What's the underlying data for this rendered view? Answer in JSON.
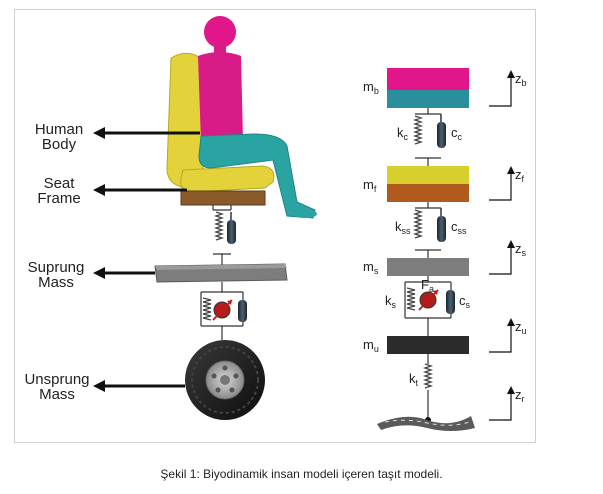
{
  "figure": {
    "caption": "Şekil 1: Biyodinamik insan modeli içeren taşıt modeli.",
    "left_labels": {
      "human_body": [
        "Human",
        "Body"
      ],
      "seat_frame": [
        "Seat",
        "Frame"
      ],
      "suprung_mass": [
        "Suprung",
        "Mass"
      ],
      "unsprung_mass": [
        "Unsprung",
        "Mass"
      ]
    },
    "right_model": {
      "masses": [
        {
          "sym": "m",
          "sub": "b"
        },
        {
          "sym": "m",
          "sub": "f"
        },
        {
          "sym": "m",
          "sub": "s"
        },
        {
          "sym": "m",
          "sub": "u"
        }
      ],
      "springs": [
        {
          "sym": "k",
          "sub": "c"
        },
        {
          "sym": "k",
          "sub": "ss"
        },
        {
          "sym": "k",
          "sub": "s"
        },
        {
          "sym": "k",
          "sub": "t"
        }
      ],
      "dampers": [
        {
          "sym": "c",
          "sub": "c"
        },
        {
          "sym": "c",
          "sub": "ss"
        },
        {
          "sym": "c",
          "sub": "s"
        }
      ],
      "actuator": {
        "sym": "F",
        "sub": "a"
      },
      "displacements": [
        {
          "sym": "z",
          "sub": "b"
        },
        {
          "sym": "z",
          "sub": "f"
        },
        {
          "sym": "z",
          "sub": "s"
        },
        {
          "sym": "z",
          "sub": "u"
        },
        {
          "sym": "z",
          "sub": "r"
        }
      ]
    },
    "colors": {
      "head": "#e0168a",
      "torso": "#d81b87",
      "legs": "#2aa3a3",
      "seat": "#e4d23a",
      "seat_frame": "#8b5a2b",
      "sprung": "#7d7d7d",
      "unsprung": "#2b2b2b",
      "tyre": "#1a1a1a",
      "mass_b_top": "#e0168a",
      "mass_b_bottom": "#2a8f9c",
      "mass_f_top": "#d7cf2e",
      "mass_f_bottom": "#b05a1e",
      "arrow": "#111111"
    }
  }
}
